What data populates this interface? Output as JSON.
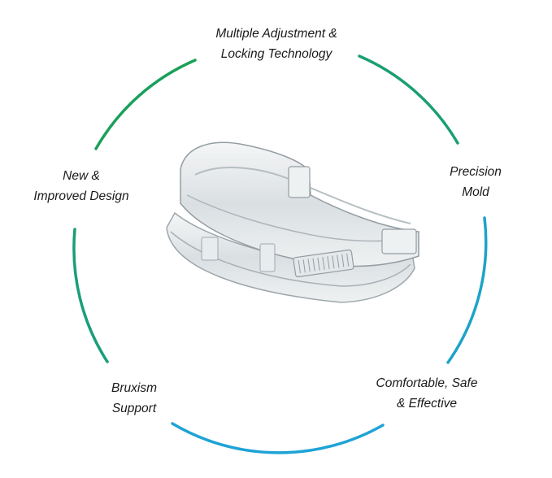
{
  "features": [
    {
      "id": "top",
      "lines": [
        "Multiple Adjustment &",
        "Locking Technology"
      ]
    },
    {
      "id": "top-right",
      "lines": [
        "Precision",
        "Mold"
      ]
    },
    {
      "id": "top-left",
      "lines": [
        "New &",
        "Improved Design"
      ]
    },
    {
      "id": "bottom-right",
      "lines": [
        "Comfortable, Safe",
        "& Effective"
      ]
    },
    {
      "id": "bottom-left",
      "lines": [
        "Bruxism",
        "Support"
      ]
    }
  ],
  "colors": {
    "green": "#1aa05a",
    "blue": "#1ea3d6",
    "text": "#1a1a1a"
  },
  "product": {
    "icon": "mouthguard-icon"
  }
}
